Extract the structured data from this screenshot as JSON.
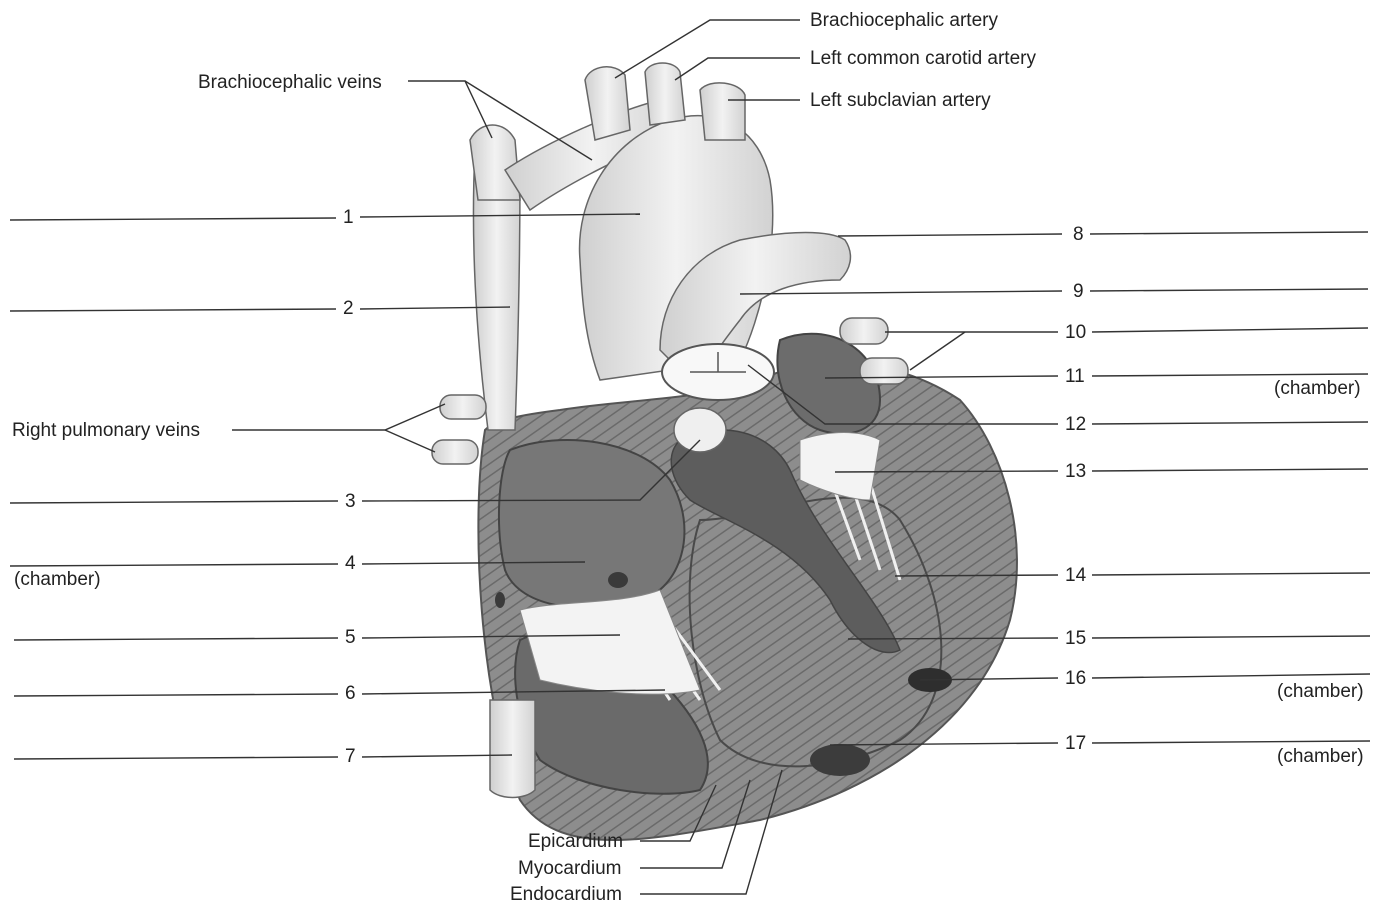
{
  "labels": {
    "brachiocephalic_artery": "Brachiocephalic artery",
    "left_common_carotid": "Left common carotid artery",
    "left_subclavian": "Left subclavian artery",
    "brachiocephalic_veins": "Brachiocephalic veins",
    "right_pulmonary_veins": "Right pulmonary veins",
    "epicardium": "Epicardium",
    "myocardium": "Myocardium",
    "endocardium": "Endocardium"
  },
  "left_numbers": [
    "1",
    "2",
    "3",
    "4",
    "5",
    "6",
    "7"
  ],
  "right_numbers": [
    "8",
    "9",
    "10",
    "11",
    "12",
    "13",
    "14",
    "15",
    "16",
    "17"
  ],
  "chamber_note": "(chamber)",
  "colors": {
    "vessel": "#e4e4e4",
    "dark_chamber": "#6e6e6e",
    "muscle": "#8a8a8a",
    "line": "#333333"
  }
}
